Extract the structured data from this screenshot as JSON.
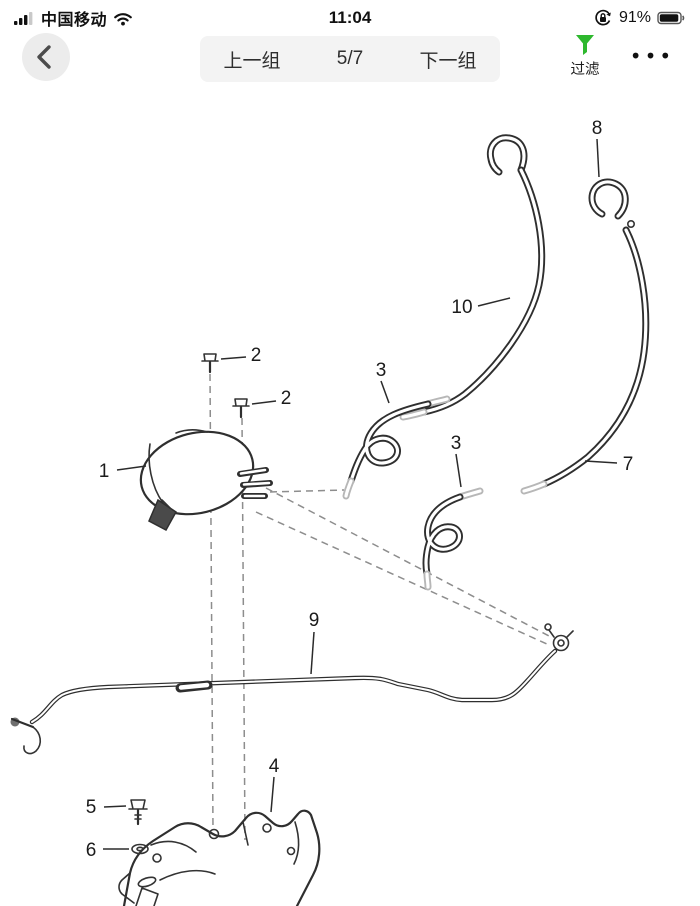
{
  "status_bar": {
    "carrier": "中国移动",
    "time": "11:04",
    "battery_percent": "91%"
  },
  "nav": {
    "prev": "上一组",
    "page": "5/7",
    "next": "下一组",
    "filter": "过滤",
    "more": "•••"
  },
  "diagram": {
    "callouts": [
      {
        "n": "1"
      },
      {
        "n": "2"
      },
      {
        "n": "2"
      },
      {
        "n": "3"
      },
      {
        "n": "3"
      },
      {
        "n": "4"
      },
      {
        "n": "5"
      },
      {
        "n": "6"
      },
      {
        "n": "7"
      },
      {
        "n": "8"
      },
      {
        "n": "9"
      },
      {
        "n": "10"
      }
    ]
  },
  "colors": {
    "accent_green": "#2eb82e",
    "line_dark": "#2f2f2f"
  }
}
